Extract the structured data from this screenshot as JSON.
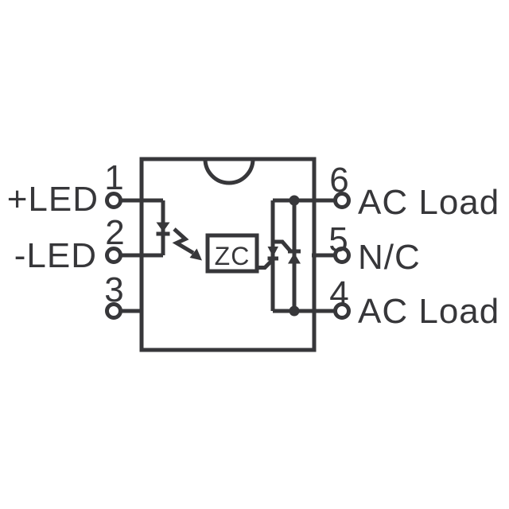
{
  "figure": {
    "kind": "optocoupler-triac-output-schematic",
    "colors": {
      "ink": "#37373a",
      "background": "#ffffff"
    },
    "zc_box": {
      "label": "ZC"
    },
    "pins": {
      "left": [
        {
          "number": "1",
          "label": "+LED"
        },
        {
          "number": "2",
          "label": "-LED"
        },
        {
          "number": "3",
          "label": ""
        }
      ],
      "right": [
        {
          "number": "6",
          "label": "AC Load"
        },
        {
          "number": "5",
          "label": "N/C"
        },
        {
          "number": "4",
          "label": "AC Load"
        }
      ]
    }
  }
}
